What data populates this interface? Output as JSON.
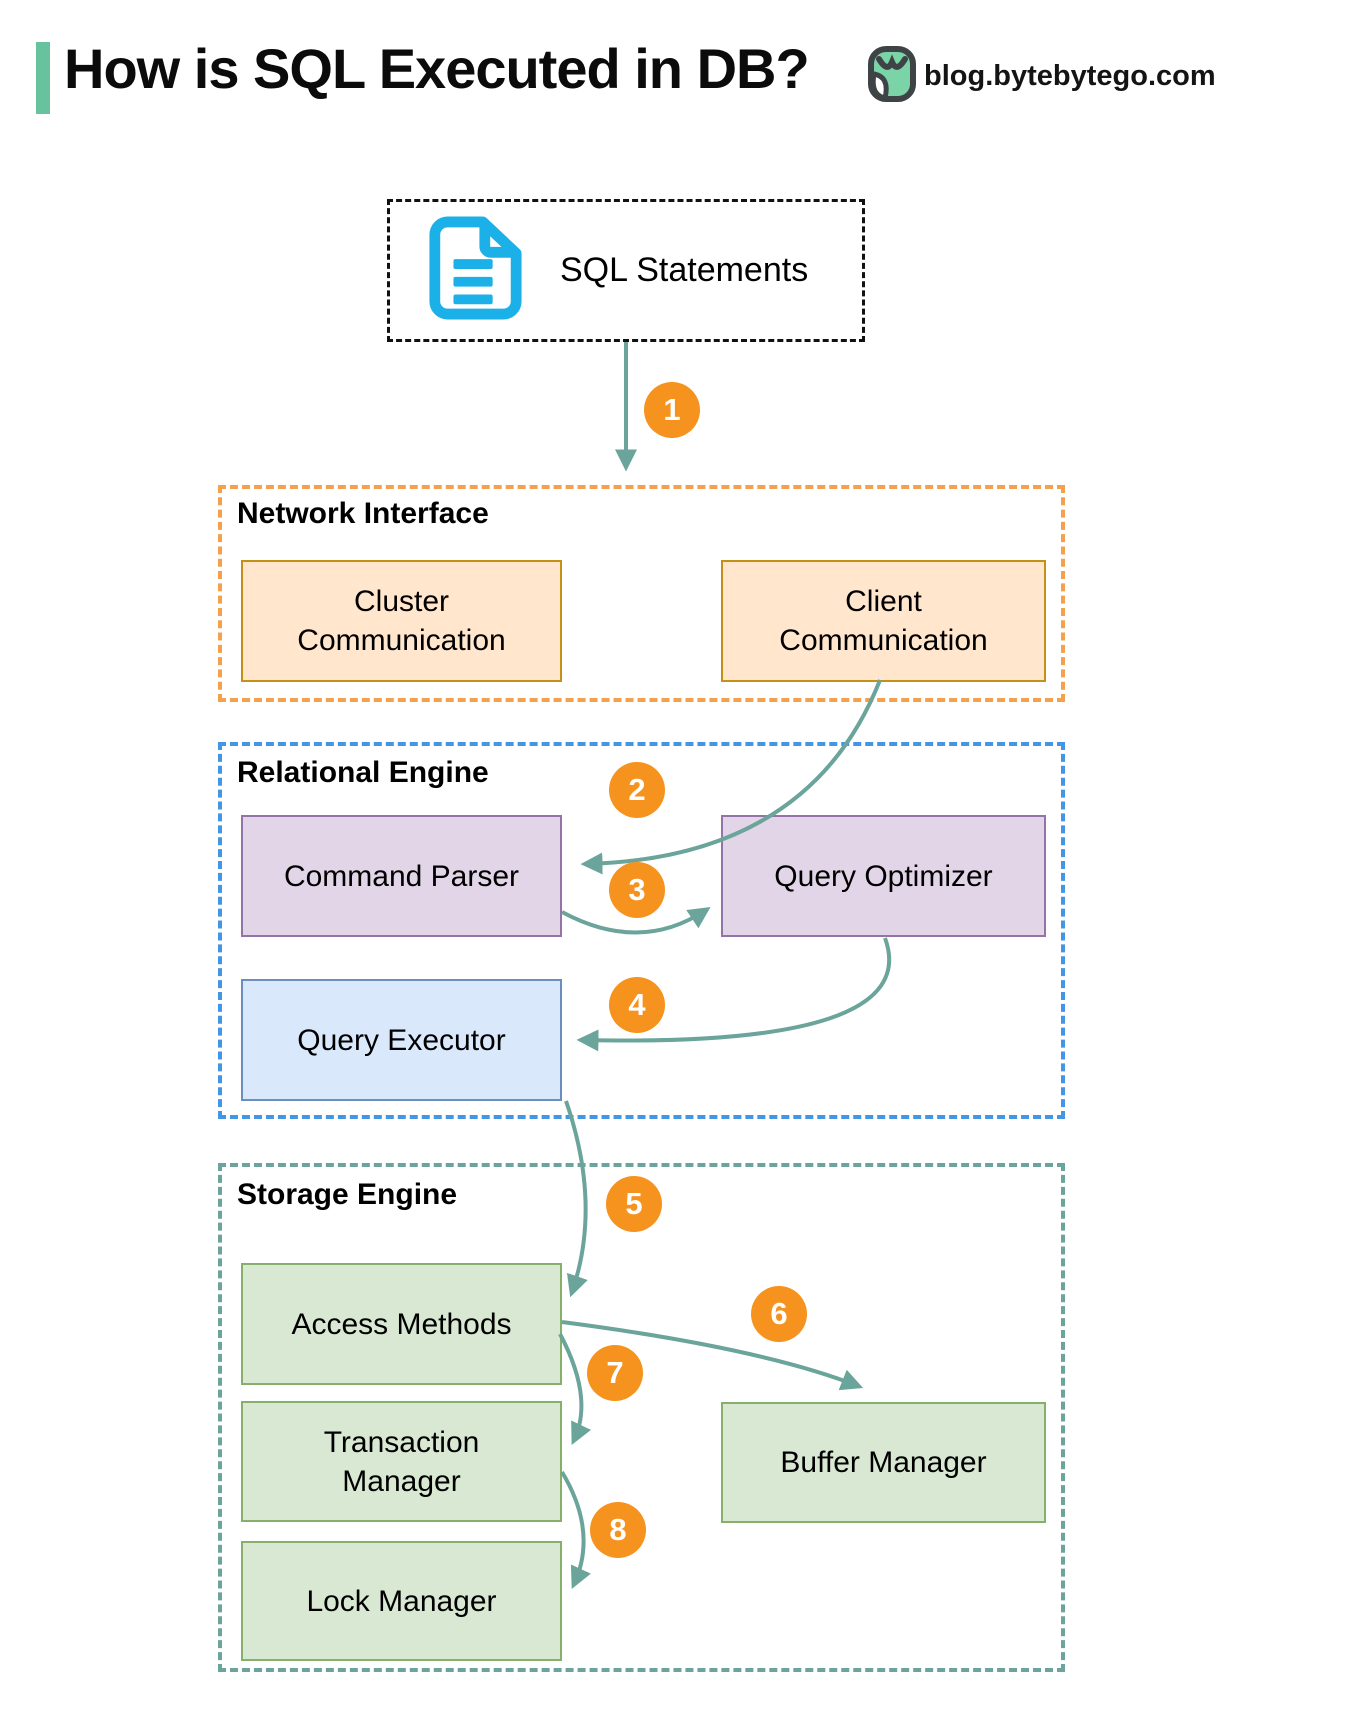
{
  "title": "How is SQL Executed in DB?",
  "brand": {
    "site": "blog.bytebytego.com",
    "logo_icon": "bytebytego-owl-logo"
  },
  "diagram": {
    "source": {
      "label": "SQL Statements",
      "icon": "sql-document-icon"
    },
    "containers": [
      {
        "id": "network-interface",
        "label": "Network Interface",
        "border_color": "#F5A04A"
      },
      {
        "id": "relational-engine",
        "label": "Relational Engine",
        "border_color": "#4395E6"
      },
      {
        "id": "storage-engine",
        "label": "Storage Engine",
        "border_color": "#6DA39D"
      }
    ],
    "nodes": {
      "cluster_communication": {
        "label": "Cluster Communication",
        "section": "Network Interface",
        "fill": "#FFE6CC",
        "stroke": "#C49116"
      },
      "client_communication": {
        "label": "Client Communication",
        "section": "Network Interface",
        "fill": "#FFE6CC",
        "stroke": "#C49116"
      },
      "command_parser": {
        "label": "Command Parser",
        "section": "Relational Engine",
        "fill": "#E1D5E7",
        "stroke": "#9673A6"
      },
      "query_optimizer": {
        "label": "Query Optimizer",
        "section": "Relational Engine",
        "fill": "#E1D5E7",
        "stroke": "#9673A6"
      },
      "query_executor": {
        "label": "Query Executor",
        "section": "Relational Engine",
        "fill": "#DAE8FC",
        "stroke": "#6C8EBF"
      },
      "access_methods": {
        "label": "Access Methods",
        "section": "Storage Engine",
        "fill": "#D9E8D2",
        "stroke": "#86AF6B"
      },
      "transaction_manager": {
        "label": "Transaction Manager",
        "section": "Storage Engine",
        "fill": "#D9E8D2",
        "stroke": "#86AF6B"
      },
      "buffer_manager": {
        "label": "Buffer Manager",
        "section": "Storage Engine",
        "fill": "#D9E8D2",
        "stroke": "#86AF6B"
      },
      "lock_manager": {
        "label": "Lock Manager",
        "section": "Storage Engine",
        "fill": "#D9E8D2",
        "stroke": "#86AF6B"
      }
    },
    "steps": [
      {
        "n": "1",
        "from": "SQL Statements",
        "to": "Network Interface"
      },
      {
        "n": "2",
        "from": "Client Communication",
        "to": "Command Parser"
      },
      {
        "n": "3",
        "from": "Command Parser",
        "to": "Query Optimizer"
      },
      {
        "n": "4",
        "from": "Query Optimizer",
        "to": "Query Executor"
      },
      {
        "n": "5",
        "from": "Query Executor",
        "to": "Access Methods"
      },
      {
        "n": "6",
        "from": "Access Methods",
        "to": "Buffer Manager"
      },
      {
        "n": "7",
        "from": "Access Methods",
        "to": "Transaction Manager"
      },
      {
        "n": "8",
        "from": "Transaction Manager",
        "to": "Lock Manager"
      }
    ],
    "colors": {
      "arrow": "#6BA49A",
      "badge": "#F6921E",
      "badge_text": "#FFFFFF",
      "accent_bar": "#66C39E",
      "document_icon": "#1CB0E8",
      "source_border": "#111111"
    }
  }
}
